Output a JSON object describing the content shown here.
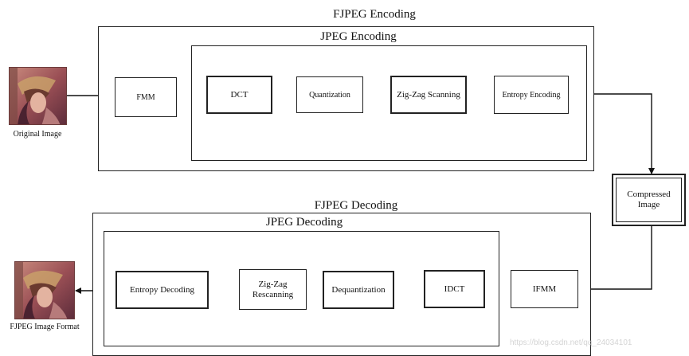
{
  "encoding": {
    "outer_title": "FJPEG Encoding",
    "inner_title": "JPEG Encoding",
    "blocks": {
      "fmm": "FMM",
      "dct": "DCT",
      "quantization": "Quantization",
      "zigzag": "Zig-Zag Scanning",
      "entropy": "Entropy Encoding"
    },
    "input_caption": "Original Image"
  },
  "compressed": {
    "label": "Compressed Image"
  },
  "decoding": {
    "outer_title": "FJPEG Decoding",
    "inner_title": "JPEG Decoding",
    "blocks": {
      "ifmm": "IFMM",
      "idct": "IDCT",
      "dequantization": "Dequantization",
      "rescanning": "Zig-Zag Rescanning",
      "entropy": "Entropy Decoding"
    },
    "output_caption": "FJPEG Image Format"
  },
  "watermark": "https://blog.csdn.net/qq_24034101"
}
